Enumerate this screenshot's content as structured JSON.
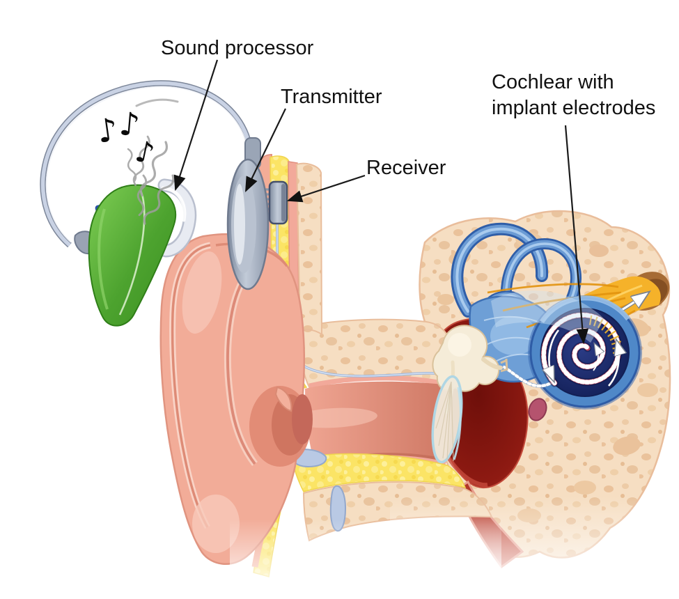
{
  "figure": {
    "type": "medical-illustration",
    "subject": "Cochlear implant and ear anatomy cross-section"
  },
  "labels": {
    "sound_processor": "Sound processor",
    "transmitter": "Transmitter",
    "receiver": "Receiver",
    "cochlea_line1": "Cochlear with",
    "cochlea_line2": "implant electrodes"
  },
  "decorations": {
    "music_note": "♪"
  },
  "colors": {
    "background": "#ffffff",
    "label_text": "#111111",
    "leader_line": "#1a1a1a",
    "processor_green": "#4DA32F",
    "device_silver": "#E8EBF2",
    "transmitter_gray": "#9AA4B6",
    "cable_gray_blue": "#C7D0E2",
    "skin_pink": "#F3AD97",
    "fat_yellow": "#FBE465",
    "bone_cream": "#F6DEC2",
    "ear_salmon": "#F2AC98",
    "canal_inner": "#D98775",
    "middle_ear_red": "#8E1A12",
    "eustachian_red": "#C23F33",
    "inner_ear_blue": "#4F88C8",
    "cochlea_navy": "#16224E",
    "electrode_red": "#C2455C",
    "electrode_white": "#FFFFFF",
    "nerve_yellow": "#F5B22A",
    "wire_blue": "#9FB6DA"
  }
}
